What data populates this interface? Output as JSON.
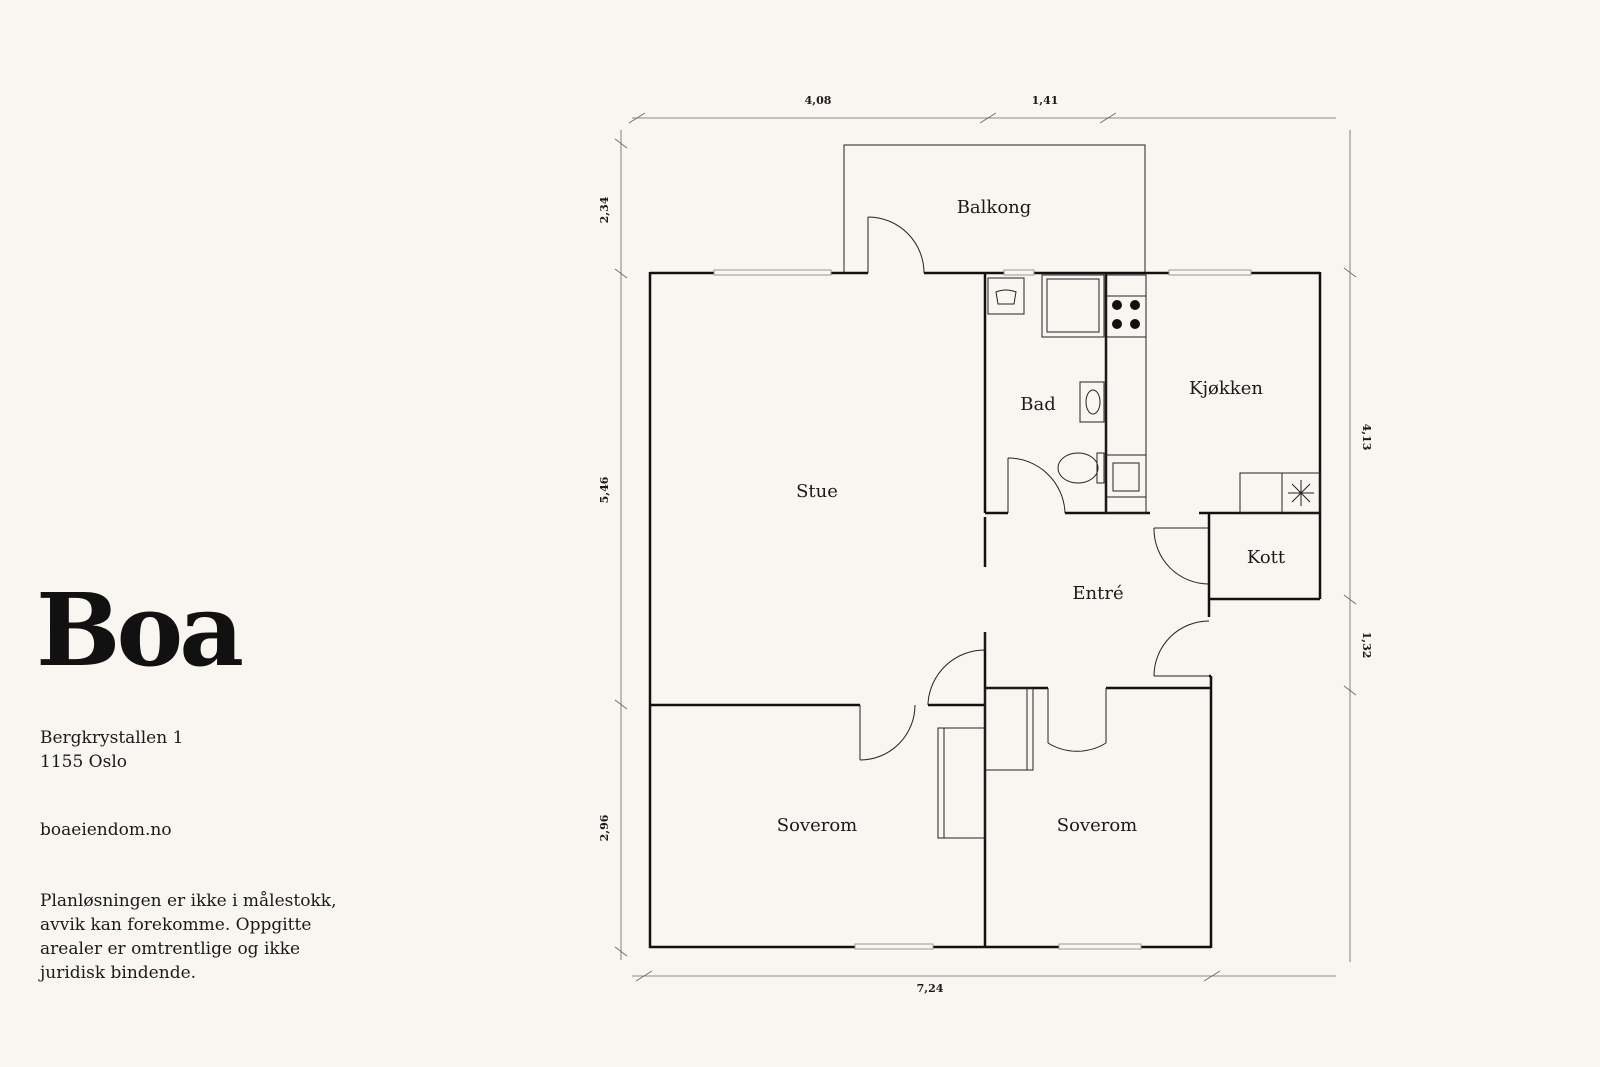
{
  "brand": {
    "name": "Boa"
  },
  "address": {
    "line1": "Bergkrystallen 1",
    "line2": "1155 Oslo"
  },
  "website": "boaeiendom.no",
  "disclaimer": [
    "Planløsningen er ikke i målestokk,",
    "avvik kan forekomme. Oppgitte",
    "arealer er omtrentlige og ikke",
    "juridisk bindende."
  ],
  "rooms": {
    "balkong": "Balkong",
    "stue": "Stue",
    "bad": "Bad",
    "kjokken": "Kjøkken",
    "kott": "Kott",
    "entre": "Entré",
    "soverom_1": "Soverom",
    "soverom_2": "Soverom"
  },
  "dimensions": {
    "top_left": "4,08",
    "top_right": "1,41",
    "bottom": "7,24",
    "left_top": "2,34",
    "left_middle": "5,46",
    "left_bottom": "2,96",
    "right_top": "4,13",
    "right_bottom": "1,32"
  },
  "colors": {
    "background": "#f9f5f1",
    "walls": "#111111"
  }
}
